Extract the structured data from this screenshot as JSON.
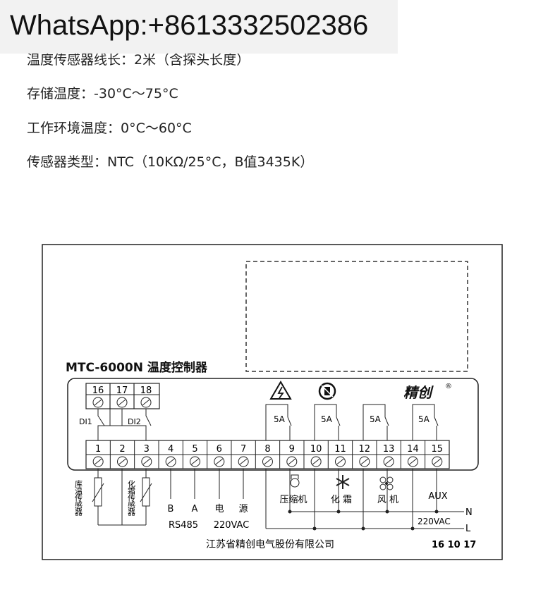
{
  "banner": {
    "text": "WhatsApp:+8613332502386"
  },
  "specs": [
    "温度传感器线长：2米（含探头长度）",
    "存储温度：-30°C～75°C",
    "工作环境温度：0°C～60°C",
    "传感器类型：NTC（10KΩ/25°C，B值3435K）"
  ],
  "diagram": {
    "title": "MTC-6000N 温度控制器",
    "brand": "精创",
    "brand_mark": "®",
    "di_terminals": [
      "16",
      "17",
      "18"
    ],
    "di_labels": [
      "DI1",
      "DI2"
    ],
    "relay_labels": [
      "5A",
      "5A",
      "5A",
      "5A"
    ],
    "terminals": [
      "1",
      "2",
      "3",
      "4",
      "5",
      "6",
      "7",
      "8",
      "9",
      "10",
      "11",
      "12",
      "13",
      "14",
      "15"
    ],
    "sensor_labels": [
      "库温传感器",
      "化霜传感器"
    ],
    "rs485_letters": [
      "B",
      "A"
    ],
    "rs485": "RS485",
    "power_chars": [
      "电",
      "源"
    ],
    "power_voltage": "220VAC",
    "loads": [
      "压缩机",
      "化 霜",
      "风 机",
      "AUX"
    ],
    "lines": [
      "N",
      "L"
    ],
    "line_voltage": "220VAC",
    "company": "江苏省精创电气股份有限公司",
    "code": "16 10 17"
  }
}
